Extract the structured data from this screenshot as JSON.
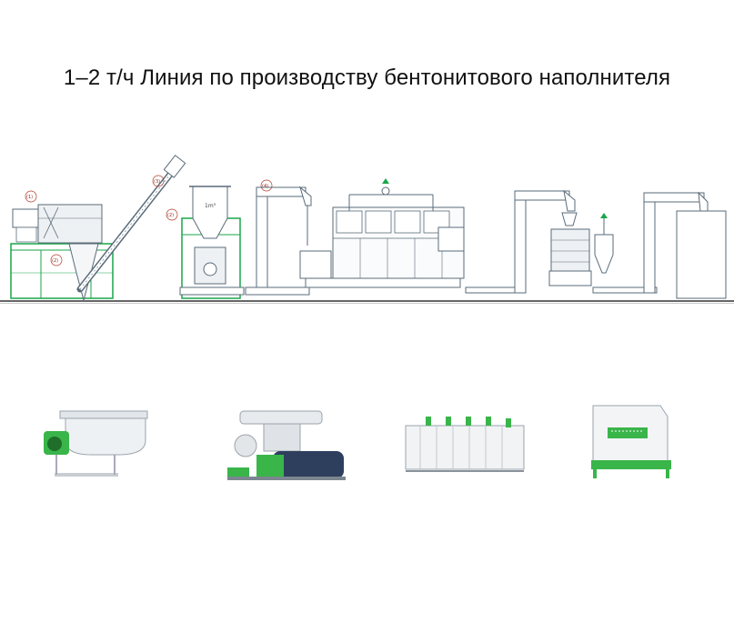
{
  "title": "1–2 т/ч Линия по производству бентонитового наполнителя",
  "colors": {
    "outline": "#5a6b7a",
    "frame_green": "#19a64a",
    "label_red": "#b23a2a",
    "machine_body": "#eef1f3",
    "equipment_green": "#39b54a",
    "floor": "#333333"
  },
  "process_labels": [
    {
      "id": "mixer",
      "text": "(1)"
    },
    {
      "id": "base",
      "text": "(2)"
    },
    {
      "id": "screw",
      "text": "(3)"
    },
    {
      "id": "bin",
      "text": "(2)"
    },
    {
      "id": "elevator",
      "text": "(4)"
    }
  ],
  "bin_label": "1m³",
  "equipment_photos": [
    {
      "name": "horizontal-ribbon-mixer"
    },
    {
      "name": "pellet-mill"
    },
    {
      "name": "dryer"
    },
    {
      "name": "counterflow-cooler"
    }
  ]
}
